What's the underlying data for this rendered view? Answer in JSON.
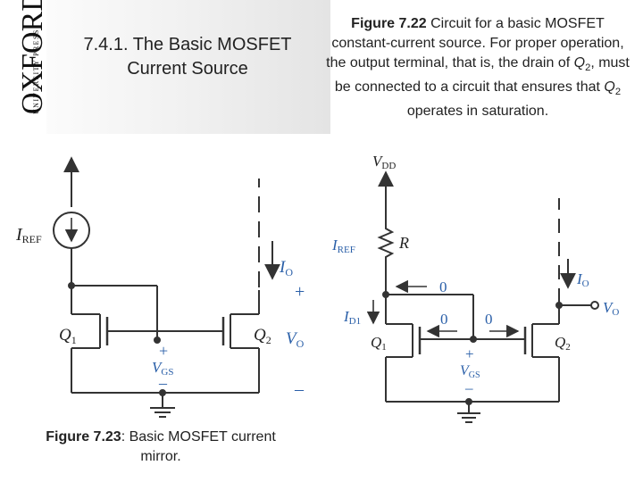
{
  "logo": {
    "main": "OXFORD",
    "sub": "UNIVERSITY PRESS"
  },
  "section_title": "7.4.1. The Basic MOSFET Current Source",
  "caption_right": {
    "label": "Figure 7.22",
    "text_1": " Circuit for a basic MOSFET constant-current source. For proper operation, the output terminal, that is, the drain of ",
    "q_letter": "Q",
    "q_sub": "2",
    "text_2": ", must be connected to a circuit that ensures that ",
    "q2_letter": "Q",
    "q2_sub": "2",
    "text_3": " operates in saturation."
  },
  "caption_left": {
    "label": "Figure 7.23",
    "text": ": Basic MOSFET current mirror."
  },
  "left_circuit": {
    "iref": {
      "main": "I",
      "sub": "REF"
    },
    "q1": {
      "main": "Q",
      "sub": "1"
    },
    "q2": {
      "main": "Q",
      "sub": "2"
    },
    "io": {
      "main": "I",
      "sub": "O"
    },
    "vo": {
      "main": "V",
      "sub": "O"
    },
    "vgs": {
      "main": "V",
      "sub": "GS"
    },
    "plus": "+",
    "minus": "–"
  },
  "right_circuit": {
    "vdd": {
      "main": "V",
      "sub": "DD"
    },
    "r": "R",
    "iref": {
      "main": "I",
      "sub": "REF"
    },
    "id1": {
      "main": "I",
      "sub": "D1"
    },
    "q1": {
      "main": "Q",
      "sub": "1"
    },
    "q2": {
      "main": "Q",
      "sub": "2"
    },
    "io": {
      "main": "I",
      "sub": "O"
    },
    "vo": {
      "main": "V",
      "sub": "O"
    },
    "vgs": {
      "main": "V",
      "sub": "GS"
    },
    "zero_top": "0",
    "zero_mid_left": "0",
    "zero_mid_right": "0",
    "plus": "+",
    "minus": "–"
  },
  "colors": {
    "label_blue": "#2a5fa8",
    "wire": "#333333"
  }
}
